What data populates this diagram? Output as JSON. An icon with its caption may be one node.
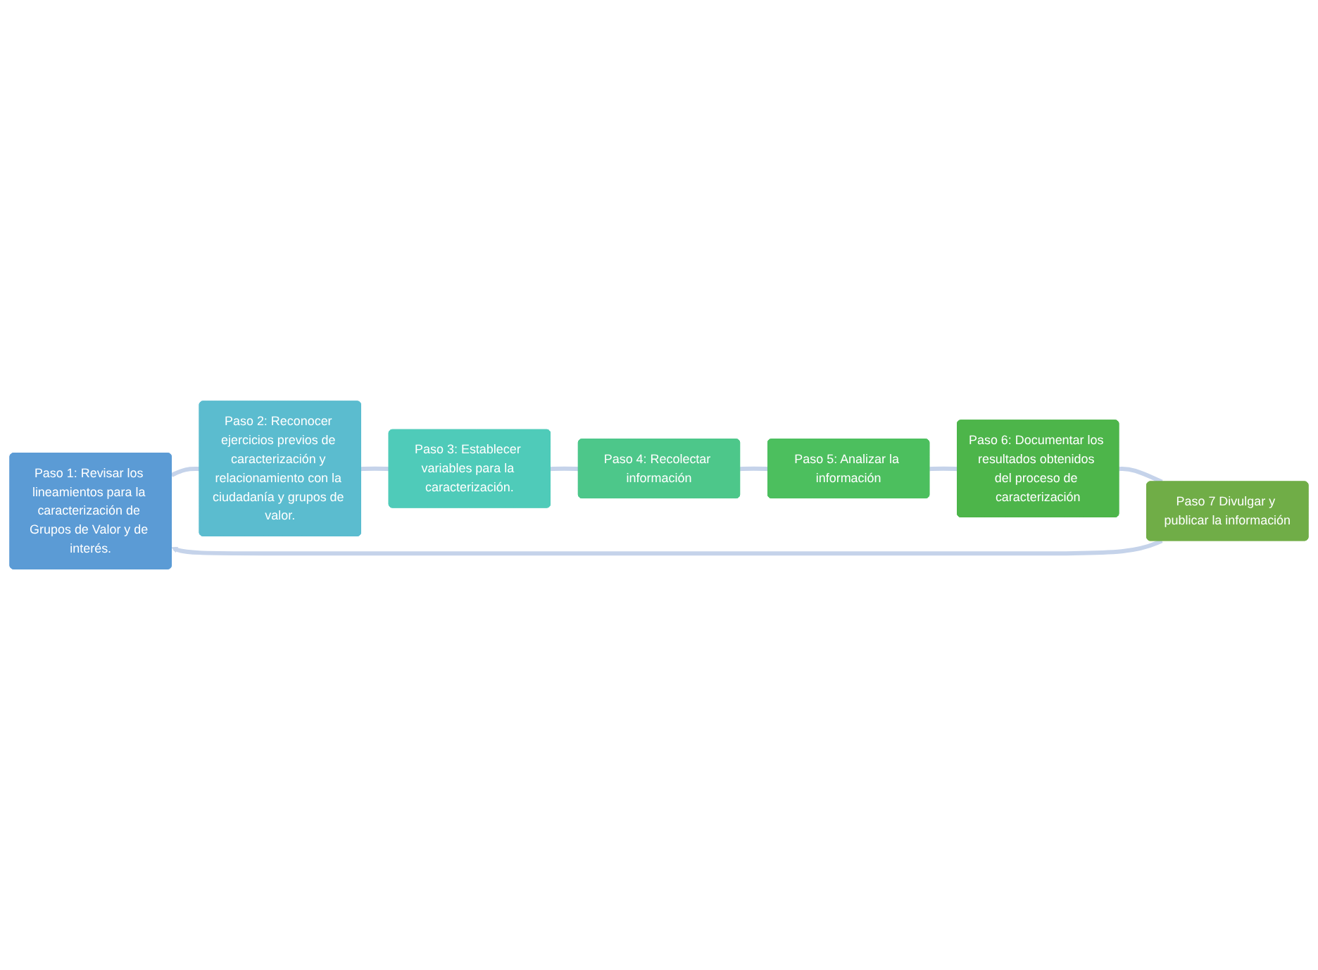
{
  "diagram": {
    "nodes": [
      {
        "text": [
          "Paso 1: Revisar los lineamientos para la caracterización de Grupos de Valor y de interés."
        ]
      },
      {
        "text": [
          "Paso 2: Reconocer ejercicios previos de caracterización y relacionamiento con la ciudadanía y grupos de valor."
        ]
      },
      {
        "text": [
          "Paso 3: Establecer variables para la caracterización."
        ]
      },
      {
        "text": [
          "Paso 4: Recolectar información"
        ]
      },
      {
        "text": [
          "Paso 5: Analizar la información"
        ]
      },
      {
        "text": [
          "Paso 6: Documentar los resultados obtenidos del proceso de caracterización"
        ]
      },
      {
        "text": [
          "Paso 7 Divulgar y publicar la información"
        ]
      }
    ],
    "edges": [
      {
        "from": 0,
        "to": 1,
        "arrow": "none"
      },
      {
        "from": 1,
        "to": 2,
        "arrow": "none"
      },
      {
        "from": 2,
        "to": 3,
        "arrow": "none"
      },
      {
        "from": 3,
        "to": 4,
        "arrow": "none"
      },
      {
        "from": 4,
        "to": 5,
        "arrow": "none"
      },
      {
        "from": 5,
        "to": 6,
        "arrow": "none"
      },
      {
        "from": 6,
        "to": 0,
        "arrow": "to"
      }
    ]
  }
}
